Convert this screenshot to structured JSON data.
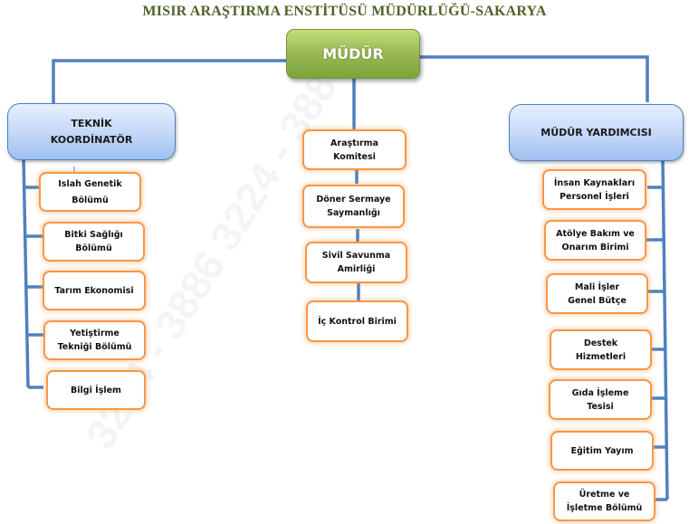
{
  "title": "MISIR ARAŞTIRMA ENSTİTÜSÜ MÜDÜRLÜĞÜ-SAKARYA",
  "watermark": "3224 - 3886 3224 - 3886",
  "colors": {
    "title": "#4f6228",
    "root_fill": "#9bbb59",
    "manager_fill": "#c6d9f7",
    "unit_border": "#f79646",
    "connector": "#4f81bd"
  },
  "root": {
    "label": "MÜDÜR"
  },
  "left_branch": {
    "head": {
      "line1": "TEKNİK",
      "line2": "KOORDİNATÖR"
    },
    "units": [
      {
        "line1": "Islah Genetik",
        "line2": "Bölümü"
      },
      {
        "line1": "Bitki Sağlığı",
        "line2": "Bölümü"
      },
      {
        "line1": "Tarım Ekonomisi",
        "line2": ""
      },
      {
        "line1": "Yetiştirme",
        "line2": "Tekniği Bölümü"
      },
      {
        "line1": "Bilgi İşlem",
        "line2": ""
      }
    ]
  },
  "center_branch": {
    "units": [
      {
        "line1": "Araştırma",
        "line2": "Komitesi"
      },
      {
        "line1": "Döner Sermaye",
        "line2": "Saymanlığı"
      },
      {
        "line1": "Sivil Savunma",
        "line2": "Amirliği"
      },
      {
        "line1": "İç Kontrol Birimi",
        "line2": ""
      }
    ]
  },
  "right_branch": {
    "head": {
      "line1": "MÜDÜR YARDIMCISI",
      "line2": ""
    },
    "units": [
      {
        "line1": "İnsan Kaynakları",
        "line2": "Personel İşleri"
      },
      {
        "line1": "Atölye Bakım ve",
        "line2": "Onarım Birimi"
      },
      {
        "line1": "Mali İşler",
        "line2": "Genel Bütçe"
      },
      {
        "line1": "Destek",
        "line2": "Hizmetleri"
      },
      {
        "line1": "Gıda İşleme",
        "line2": "Tesisi"
      },
      {
        "line1": "Eğitim Yayım",
        "line2": ""
      },
      {
        "line1": "Üretme ve",
        "line2": "İşletme Bölümü"
      }
    ]
  }
}
